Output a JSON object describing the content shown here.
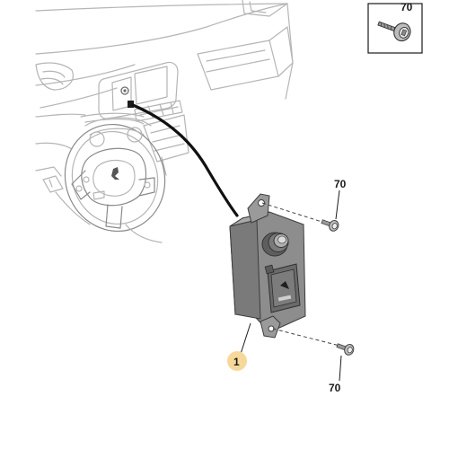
{
  "callouts": {
    "screw_box_number": "70",
    "screw_top_number": "70",
    "screw_bottom_number": "70",
    "part_number": "1"
  },
  "colors": {
    "outline_light": "#b5b5b5",
    "outline_dark": "#8a8a8a",
    "module_body": "#8d8d8d",
    "module_shadow": "#6b6b6b",
    "cable": "#111111",
    "callout_badge": "#f6d99a",
    "screw": "#9a9a9a"
  },
  "icons": [
    "screw-icon",
    "car-logo-icon",
    "power-button-icon"
  ]
}
